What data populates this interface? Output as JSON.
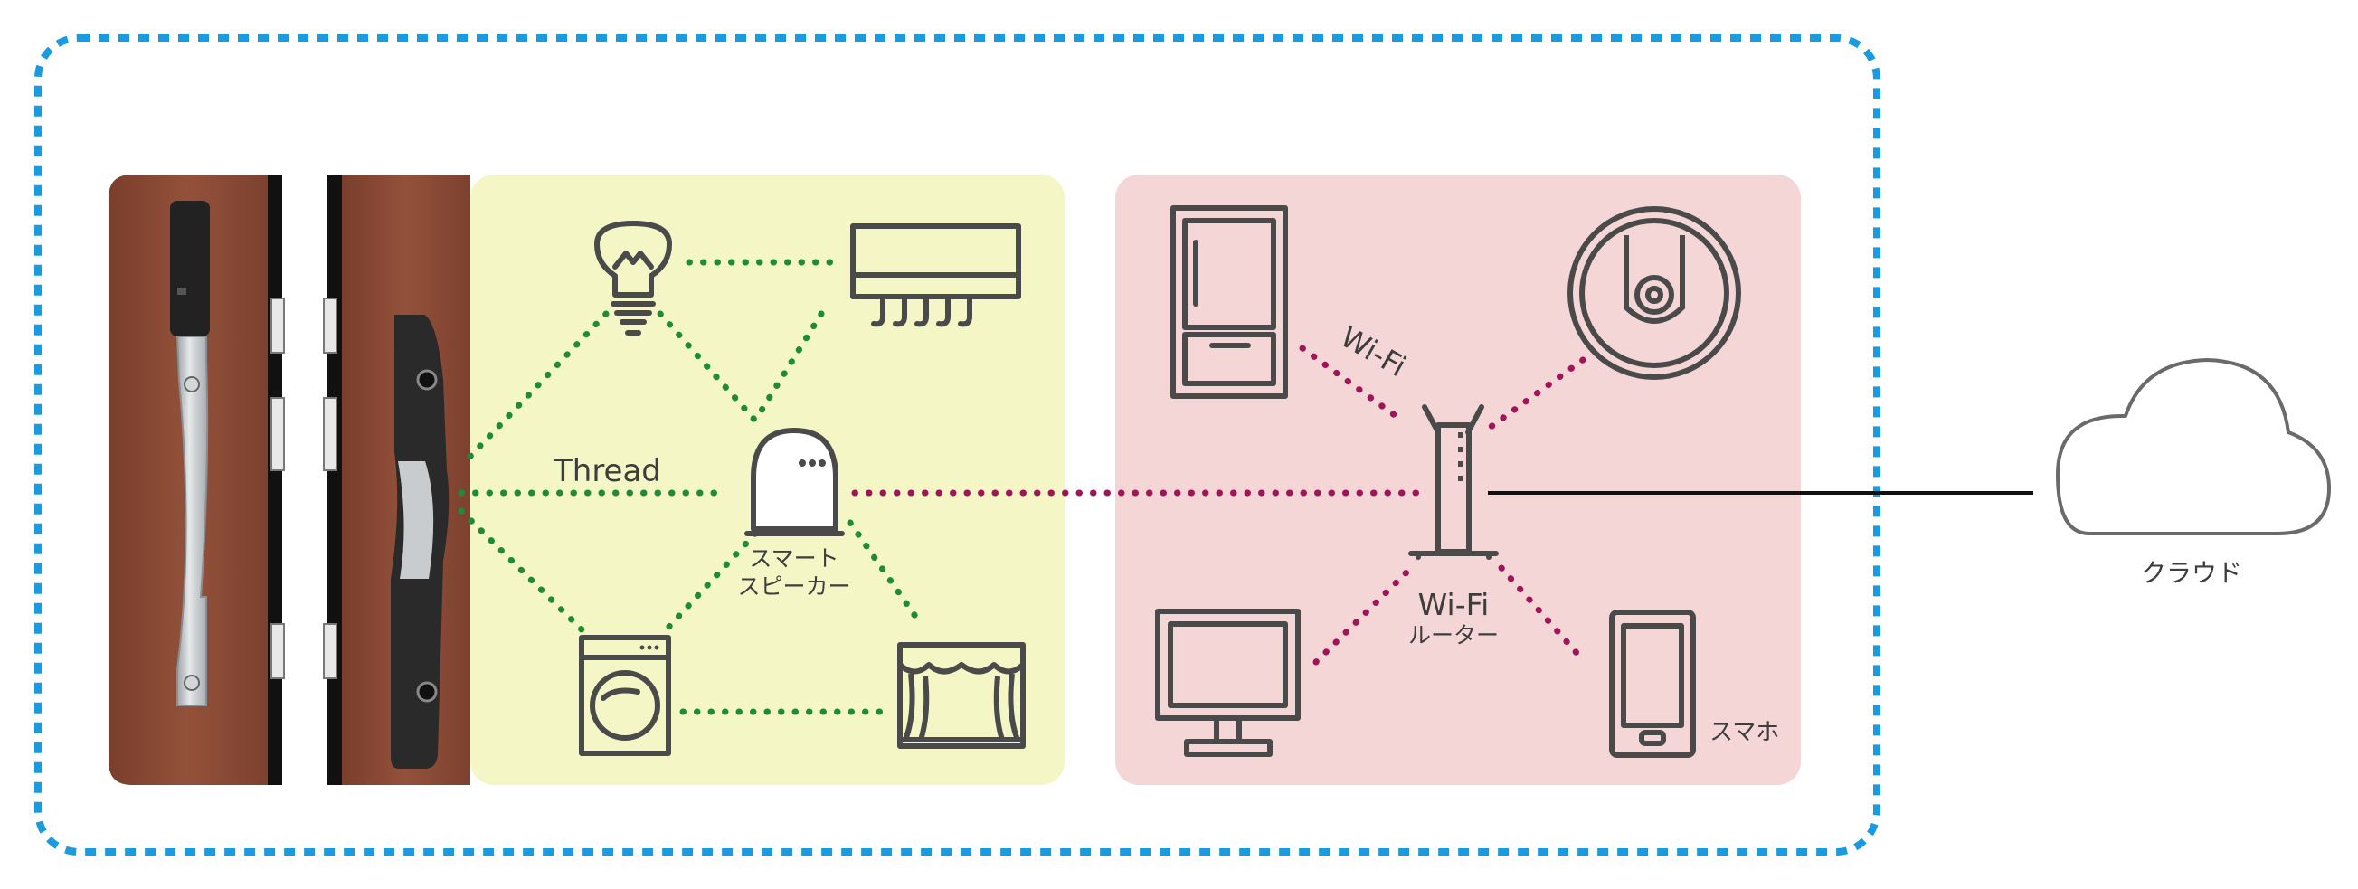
{
  "labels": {
    "thread": "Thread",
    "wifi": "Wi-Fi",
    "smart_speaker_line1": "スマート",
    "smart_speaker_line2": "スピーカー",
    "router_line1": "Wi-Fi",
    "router_line2": "ルーター",
    "smartphone": "スマホ",
    "cloud": "クラウド"
  },
  "colors": {
    "outer_border": "#1a9be0",
    "thread_zone": "#f4f6c6",
    "wifi_zone": "#f5d6d6",
    "thread_link": "#1f8c35",
    "wifi_link": "#a0145a",
    "icon_stroke": "#4a4a4a",
    "door_wood": "#8a4a34"
  },
  "icons": [
    "door-lock-exterior-icon",
    "door-lock-interior-icon",
    "light-bulb-icon",
    "air-conditioner-icon",
    "smart-speaker-icon",
    "washing-machine-icon",
    "curtain-icon",
    "refrigerator-icon",
    "robot-vacuum-icon",
    "wifi-router-icon",
    "monitor-icon",
    "smartphone-icon",
    "cloud-icon"
  ]
}
